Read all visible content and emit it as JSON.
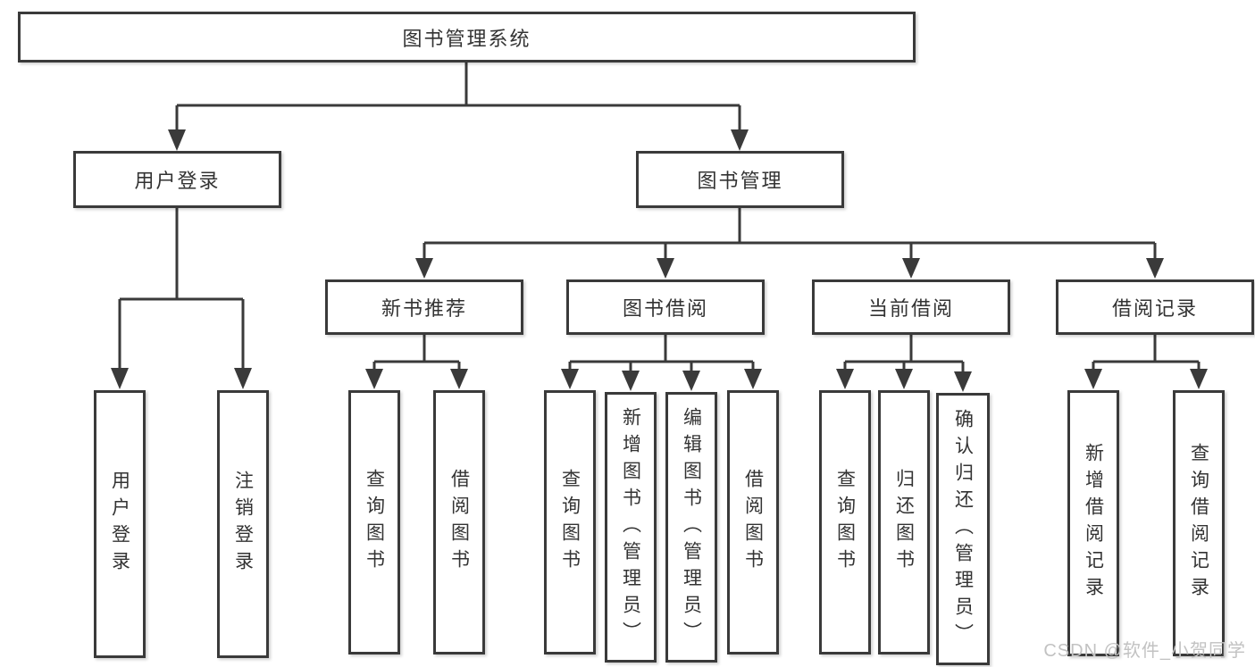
{
  "diagram": {
    "root": {
      "label": "图书管理系统"
    },
    "children": [
      {
        "label": "用户登录",
        "children": [
          {
            "label": "用户登录"
          },
          {
            "label": "注销登录"
          }
        ]
      },
      {
        "label": "图书管理",
        "children": [
          {
            "label": "新书推荐",
            "children": [
              {
                "label": "查询图书"
              },
              {
                "label": "借阅图书"
              }
            ]
          },
          {
            "label": "图书借阅",
            "children": [
              {
                "label": "查询图书"
              },
              {
                "label": "新增图书（管理员）"
              },
              {
                "label": "编辑图书（管理员）"
              },
              {
                "label": "借阅图书"
              }
            ]
          },
          {
            "label": "当前借阅",
            "children": [
              {
                "label": "查询图书"
              },
              {
                "label": "归还图书"
              },
              {
                "label": "确认归还（管理员）"
              }
            ]
          },
          {
            "label": "借阅记录",
            "children": [
              {
                "label": "新增借阅记录"
              },
              {
                "label": "查询借阅记录"
              }
            ]
          }
        ]
      }
    ]
  },
  "watermark": {
    "text": "CSDN @软件_小贺同学",
    "color": "#c2c2c2"
  },
  "style": {
    "line_color": "#3a3a3a",
    "text_color": "#333333",
    "background": "#ffffff"
  }
}
